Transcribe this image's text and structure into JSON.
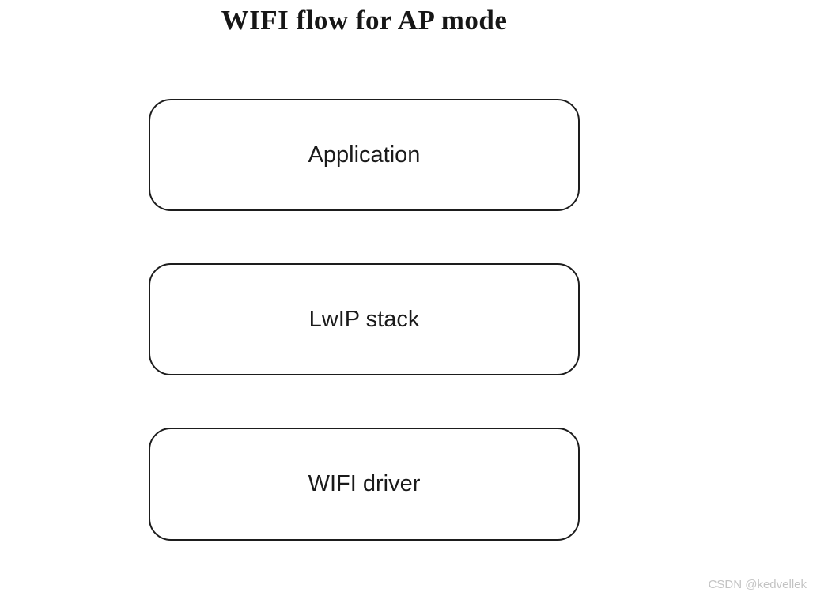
{
  "title": "WIFI flow for AP mode",
  "diagram": {
    "boxes": [
      {
        "label": "Application"
      },
      {
        "label": "LwIP stack"
      },
      {
        "label": "WIFI driver"
      }
    ]
  },
  "watermark": "CSDN @kedvellek",
  "colors": {
    "background": "#ffffff",
    "box_border": "#1d1d1d",
    "title_text": "#161616",
    "box_text": "#1a1a1a",
    "watermark_text": "#c3c3c3"
  }
}
